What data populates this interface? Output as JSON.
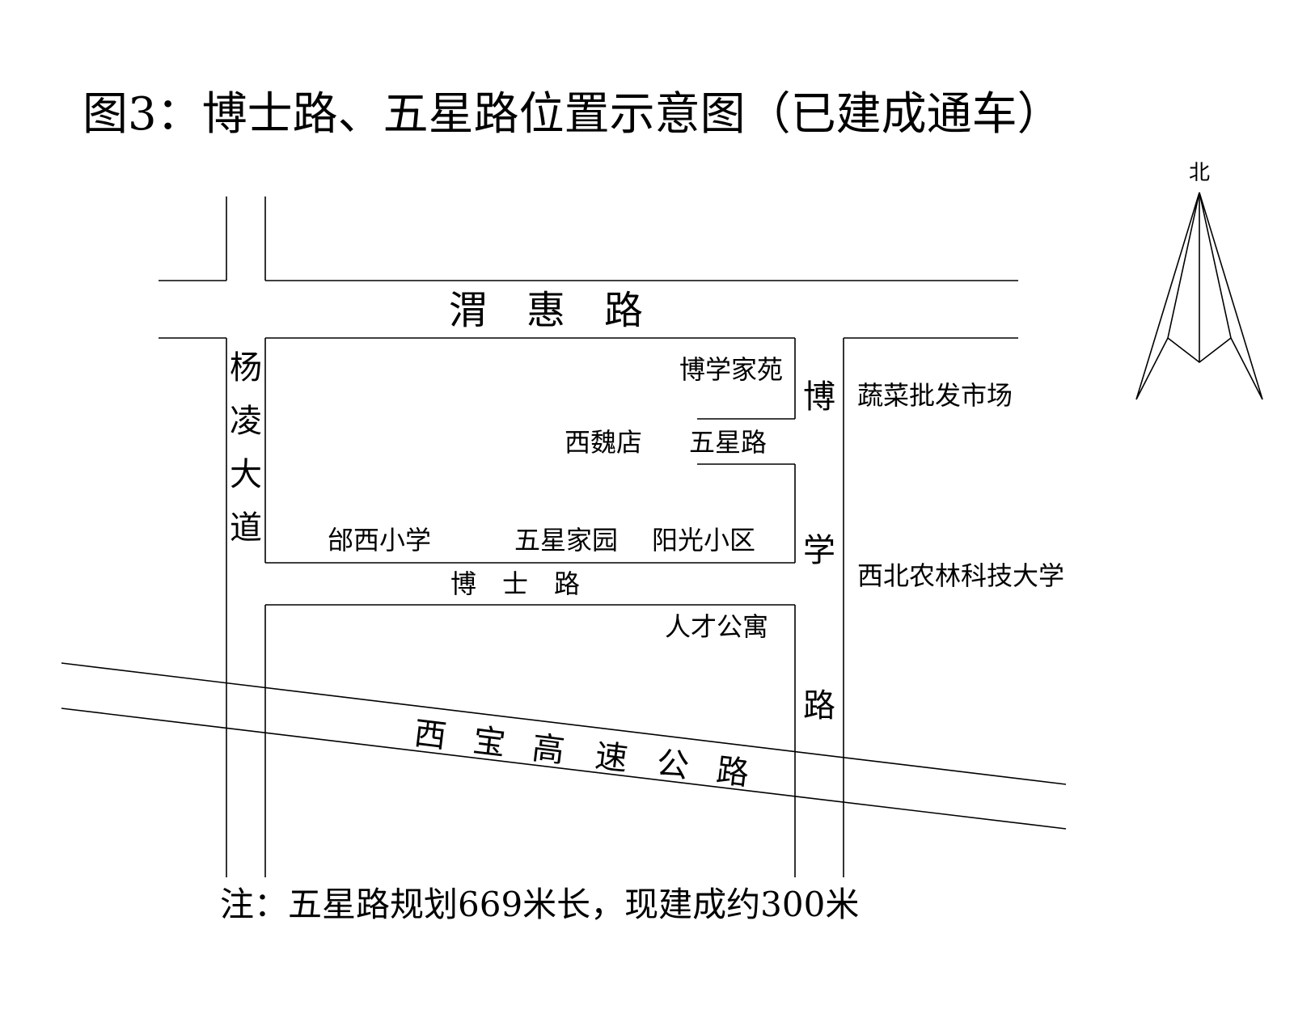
{
  "title": "图3：博士路、五星路位置示意图（已建成通车）",
  "north_label": "北",
  "roads": {
    "weihui": "渭　惠　路",
    "yangling_dadao": [
      "杨",
      "凌",
      "大",
      "道"
    ],
    "boxue": [
      "博",
      "学",
      "路"
    ],
    "boshi": "博　士　路",
    "wuxing": "五星路",
    "xibao_highway": [
      "西",
      "宝",
      "高",
      "速",
      "公",
      "路"
    ]
  },
  "places": {
    "boxue_jiayuan": "博学家苑",
    "xiweidian": "西魏店",
    "shucai_market": "蔬菜批发市场",
    "taixi_school": "邰西小学",
    "wuxing_jiayuan": "五星家园",
    "yangguang_xiaoqu": "阳光小区",
    "nwafu": "西北农林科技大学",
    "rencai_gongyu": "人才公寓"
  },
  "note": "注：五星路规划669米长，现建成约300米"
}
